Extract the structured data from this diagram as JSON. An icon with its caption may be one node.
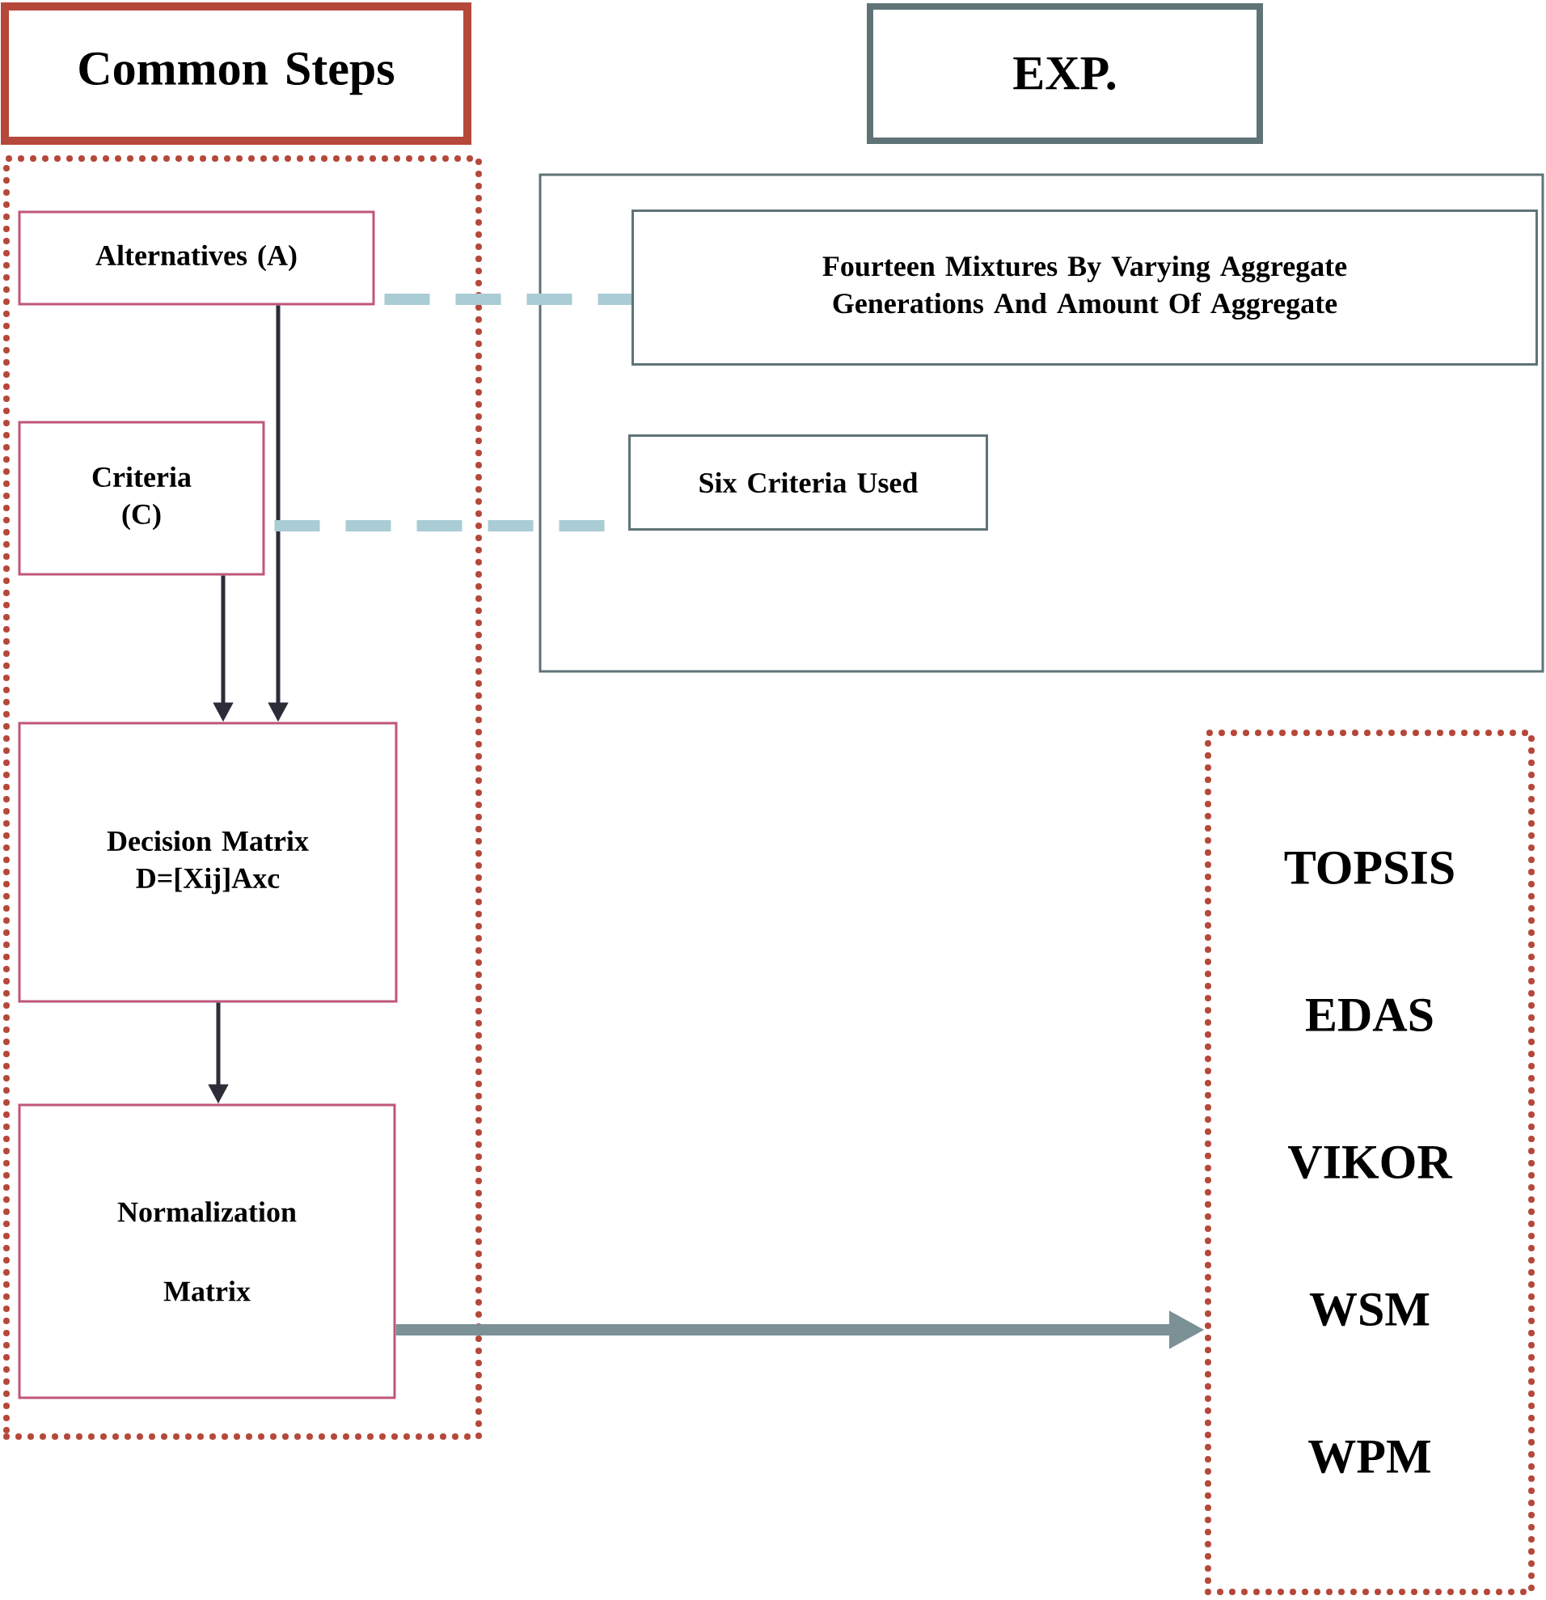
{
  "diagram": {
    "nodes": [
      {
        "text": [
          "Common Steps"
        ]
      },
      {
        "text": [
          "EXP."
        ]
      },
      {
        "text": [],
        "shape": "box"
      },
      {
        "text": [
          "Alternatives (A)"
        ],
        "in": 2
      },
      {
        "text": [
          "Criteria (C)"
        ],
        "in": 2
      },
      {
        "text": [
          "Decision Matrix D=[Xij]Axc"
        ],
        "in": 2
      },
      {
        "text": [
          "Normalization",
          "Matrix"
        ],
        "in": 2
      },
      {
        "text": [],
        "shape": "box"
      },
      {
        "text": [
          "Fourteen Mixtures By Varying Aggregate Generations And Amount Of Aggregate"
        ],
        "in": 7
      },
      {
        "text": [
          "Six Criteria Used"
        ],
        "in": 7
      },
      {
        "text": [
          "TOPSIS",
          "EDAS",
          "VIKOR",
          "WSM",
          "WPM"
        ]
      }
    ],
    "edges": [
      {
        "from": 3,
        "to": 5,
        "arrow": "to"
      },
      {
        "from": 4,
        "to": 5,
        "arrow": "to"
      },
      {
        "from": 5,
        "to": 6,
        "arrow": "to"
      },
      {
        "from": 6,
        "to": 10,
        "arrow": "to",
        "style": "thick",
        "color": "#7b9196"
      },
      {
        "from": 3,
        "to": 8,
        "arrow": "none",
        "style": "dashed",
        "color": "#a9ccd5"
      },
      {
        "from": 4,
        "to": 9,
        "arrow": "none",
        "style": "dashed",
        "color": "#a9ccd5"
      }
    ]
  }
}
